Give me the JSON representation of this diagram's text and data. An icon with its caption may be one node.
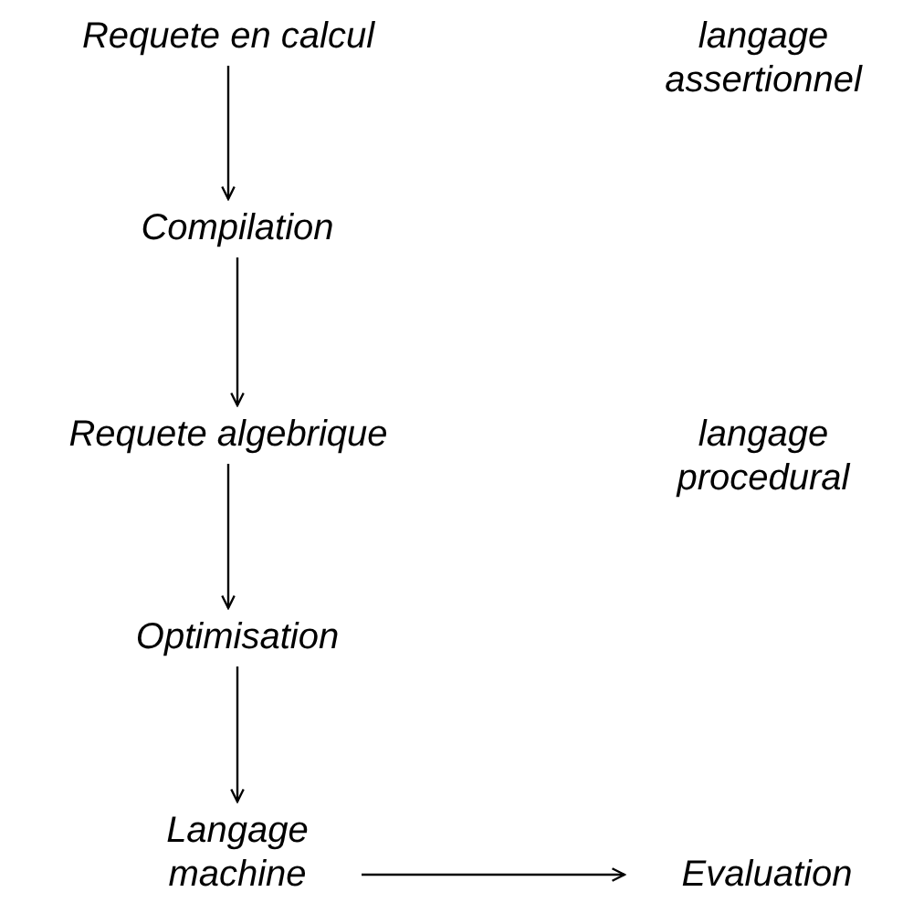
{
  "diagram": {
    "nodes": [
      {
        "text": [
          "Requete en calcul"
        ]
      },
      {
        "text": [
          "langage assertionnel"
        ]
      },
      {
        "text": [
          "Compilation"
        ]
      },
      {
        "text": [
          "Requete algebrique"
        ]
      },
      {
        "text": [
          "langage procedural"
        ]
      },
      {
        "text": [
          "Optimisation"
        ]
      },
      {
        "text": [
          "Langage machine"
        ]
      },
      {
        "text": [
          "Evaluation"
        ]
      }
    ],
    "edges": [
      {
        "from": 0,
        "to": 2,
        "arrow": "to"
      },
      {
        "from": 2,
        "to": 3,
        "arrow": "to"
      },
      {
        "from": 3,
        "to": 5,
        "arrow": "to"
      },
      {
        "from": 5,
        "to": 6,
        "arrow": "to"
      },
      {
        "from": 6,
        "to": 7,
        "arrow": "to"
      }
    ]
  }
}
